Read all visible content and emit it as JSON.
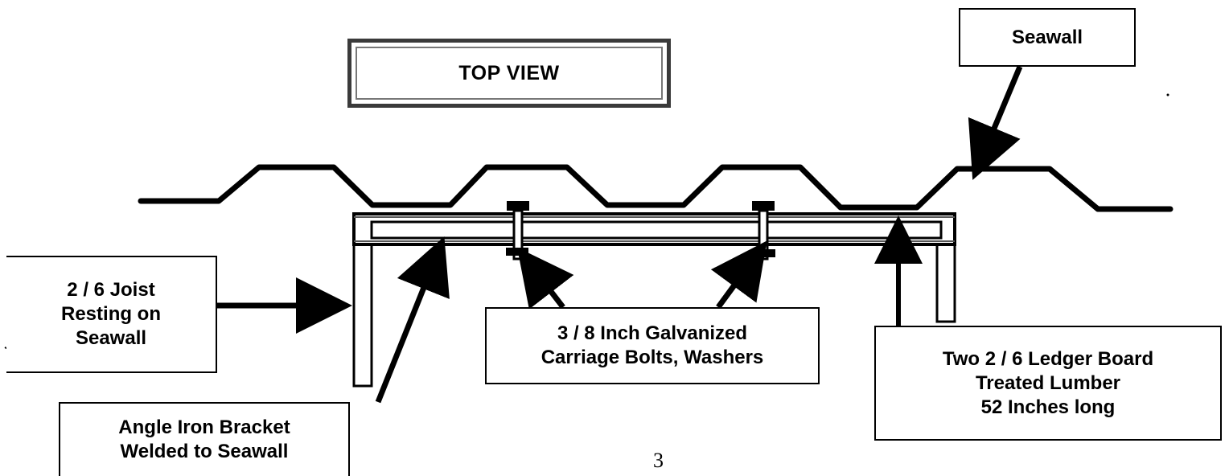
{
  "title": "TOP VIEW",
  "labels": {
    "seawall": [
      "Seawall"
    ],
    "joist": [
      "2 / 6 Joist",
      "Resting on",
      "Seawall"
    ],
    "bolts": [
      "3 / 8 Inch Galvanized",
      "Carriage Bolts, Washers"
    ],
    "ledger": [
      "Two 2 / 6 Ledger Board",
      "Treated Lumber",
      "52 Inches long"
    ],
    "bracket": [
      "Angle Iron Bracket",
      "Welded to Seawall"
    ]
  },
  "page_number": "3"
}
